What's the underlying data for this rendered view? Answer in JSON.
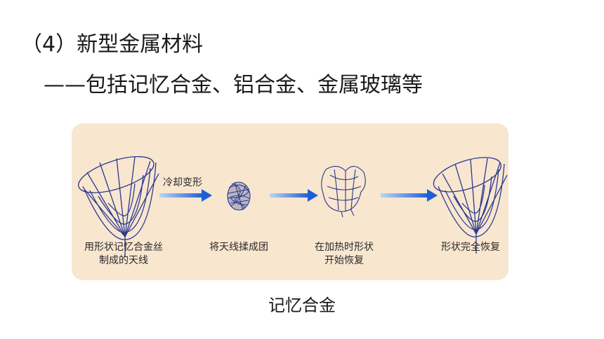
{
  "slide": {
    "heading": "（4）新型金属材料",
    "subheading": "——包括记忆合金、铝合金、金属玻璃等",
    "figure_caption": "记忆合金"
  },
  "figure": {
    "arrow_label": "冷却变形",
    "stages": [
      {
        "line1": "用形状记忆合金丝",
        "line2": "制成的天线"
      },
      {
        "line1": "将天线揉成团",
        "line2": ""
      },
      {
        "line1": "在加热时形状",
        "line2": "开始恢复"
      },
      {
        "line1": "形状完全恢复",
        "line2": ""
      }
    ],
    "colors": {
      "panel": "#f8e6cf",
      "wire": "#2a3a8f",
      "arrow": "#1f5fd6"
    },
    "icons": [
      "antenna-dish-icon",
      "crumpled-wire-icon",
      "partially-recovered-dish-icon",
      "antenna-dish-icon"
    ]
  }
}
